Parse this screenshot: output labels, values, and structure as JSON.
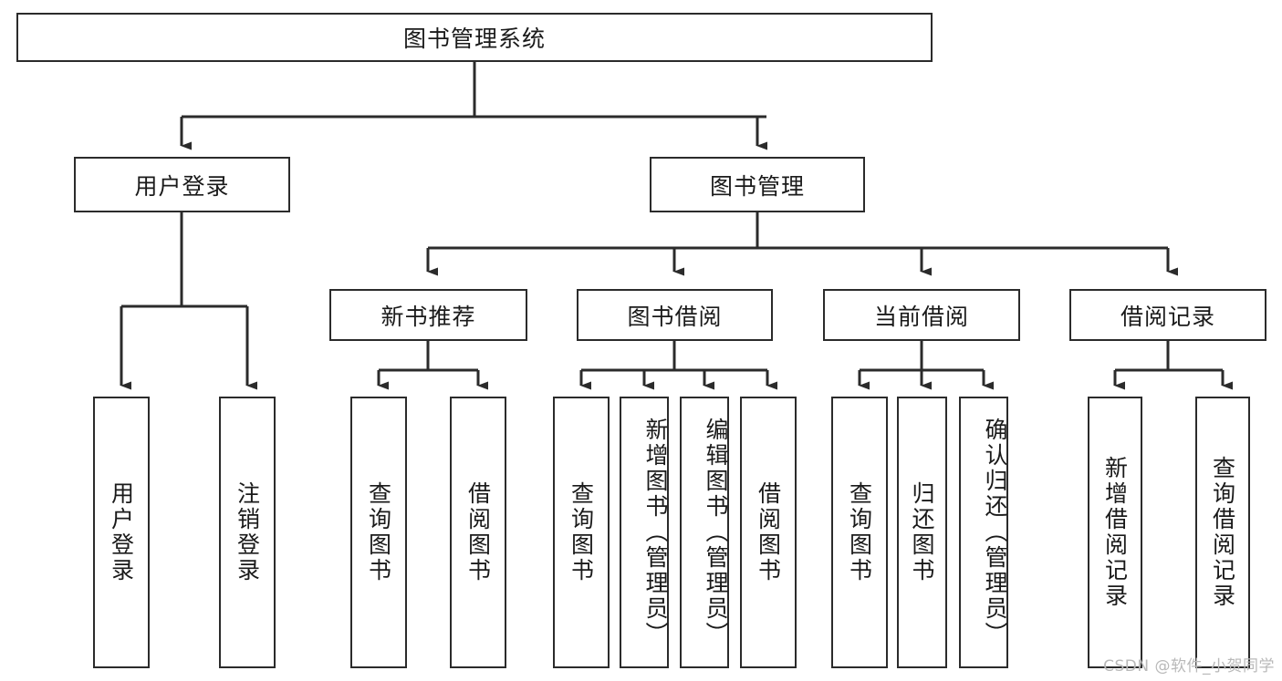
{
  "diagram": {
    "type": "tree-hierarchy",
    "title": "图书管理系统",
    "watermark": "CSDN @软件_小贺同学",
    "colors": {
      "stroke": "#2b2b2b",
      "fill": "#ffffff",
      "text": "#1a1a1a",
      "watermark": "#b9b9b9"
    },
    "levels": {
      "root": {
        "label": "图书管理系统"
      },
      "level1": [
        {
          "id": "user-login",
          "label": "用户登录"
        },
        {
          "id": "book-manage",
          "label": "图书管理"
        }
      ],
      "level2": [
        {
          "id": "new-book-rec",
          "label": "新书推荐",
          "parent": "book-manage"
        },
        {
          "id": "book-borrow",
          "label": "图书借阅",
          "parent": "book-manage"
        },
        {
          "id": "current-borrow",
          "label": "当前借阅",
          "parent": "book-manage"
        },
        {
          "id": "borrow-record",
          "label": "借阅记录",
          "parent": "book-manage"
        }
      ],
      "leaves": [
        {
          "id": "leaf-user-login",
          "label": "用户登录",
          "parent": "user-login"
        },
        {
          "id": "leaf-logout",
          "label": "注销登录",
          "parent": "user-login"
        },
        {
          "id": "leaf-query-book-1",
          "label": "查询图书",
          "parent": "new-book-rec"
        },
        {
          "id": "leaf-borrow-book-1",
          "label": "借阅图书",
          "parent": "new-book-rec"
        },
        {
          "id": "leaf-query-book-2",
          "label": "查询图书",
          "parent": "book-borrow"
        },
        {
          "id": "leaf-add-book",
          "label": "新增图书（管理员）",
          "parent": "book-borrow"
        },
        {
          "id": "leaf-edit-book",
          "label": "编辑图书（管理员）",
          "parent": "book-borrow"
        },
        {
          "id": "leaf-borrow-book-2",
          "label": "借阅图书",
          "parent": "book-borrow"
        },
        {
          "id": "leaf-query-book-3",
          "label": "查询图书",
          "parent": "current-borrow"
        },
        {
          "id": "leaf-return-book",
          "label": "归还图书",
          "parent": "current-borrow"
        },
        {
          "id": "leaf-confirm-return",
          "label": "确认归还（管理员）",
          "parent": "current-borrow"
        },
        {
          "id": "leaf-add-record",
          "label": "新增借阅记录",
          "parent": "borrow-record"
        },
        {
          "id": "leaf-query-record",
          "label": "查询借阅记录",
          "parent": "borrow-record"
        }
      ]
    }
  }
}
